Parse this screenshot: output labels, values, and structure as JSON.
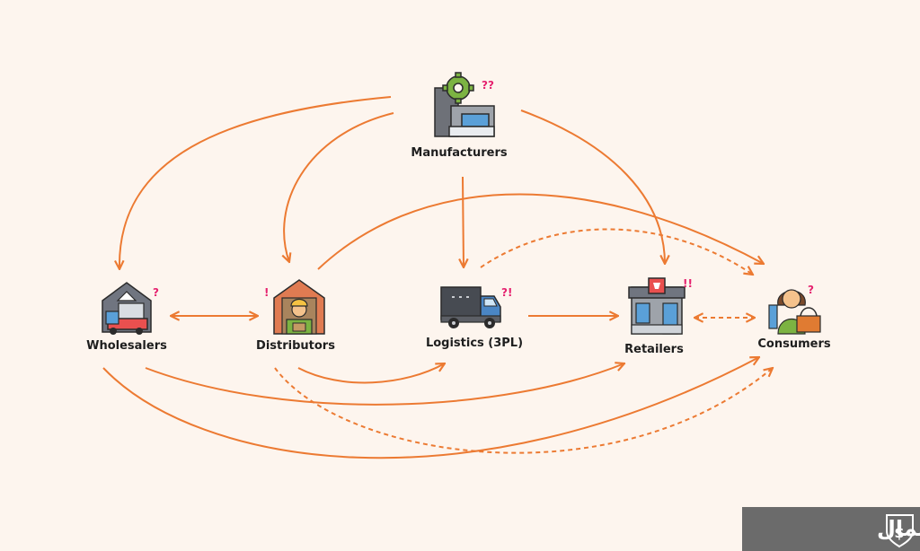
{
  "nodes": {
    "manufacturers": {
      "label": "Manufacturers",
      "mark": "??"
    },
    "wholesalers": {
      "label": "Wholesalers",
      "mark": "?"
    },
    "distributors": {
      "label": "Distributors",
      "mark": "!"
    },
    "logistics": {
      "label": "Logistics (3PL)",
      "mark": "?!"
    },
    "retailers": {
      "label": "Retailers",
      "mark": "!!"
    },
    "consumers": {
      "label": "Consumers",
      "mark": "?"
    }
  },
  "edges": [
    {
      "from": "Manufacturers",
      "to": "Wholesalers",
      "style": "solid"
    },
    {
      "from": "Manufacturers",
      "to": "Distributors",
      "style": "solid"
    },
    {
      "from": "Manufacturers",
      "to": "Logistics (3PL)",
      "style": "solid"
    },
    {
      "from": "Manufacturers",
      "to": "Retailers",
      "style": "solid"
    },
    {
      "from": "Wholesalers",
      "to": "Distributors",
      "style": "solid",
      "bidirectional": true
    },
    {
      "from": "Distributors",
      "to": "Consumers",
      "style": "solid"
    },
    {
      "from": "Logistics (3PL)",
      "to": "Consumers",
      "style": "dashed"
    },
    {
      "from": "Logistics (3PL)",
      "to": "Retailers",
      "style": "solid"
    },
    {
      "from": "Retailers",
      "to": "Consumers",
      "style": "dashed",
      "bidirectional": true
    },
    {
      "from": "Distributors",
      "to": "Logistics (3PL)",
      "style": "solid"
    },
    {
      "from": "Wholesalers",
      "to": "Retailers",
      "style": "solid"
    },
    {
      "from": "Wholesalers",
      "to": "Consumers",
      "style": "solid"
    },
    {
      "from": "Distributors",
      "to": "Consumers",
      "style": "dashed"
    }
  ],
  "colors": {
    "background": "#fdf5ee",
    "edge": "#ec7a32",
    "mark": "#e5226f",
    "label": "#1e1e1e",
    "watermark_bg": "#6b6b6b"
  },
  "watermark": {
    "text": "ميدان المال",
    "icon": "shield-dollar-icon"
  }
}
